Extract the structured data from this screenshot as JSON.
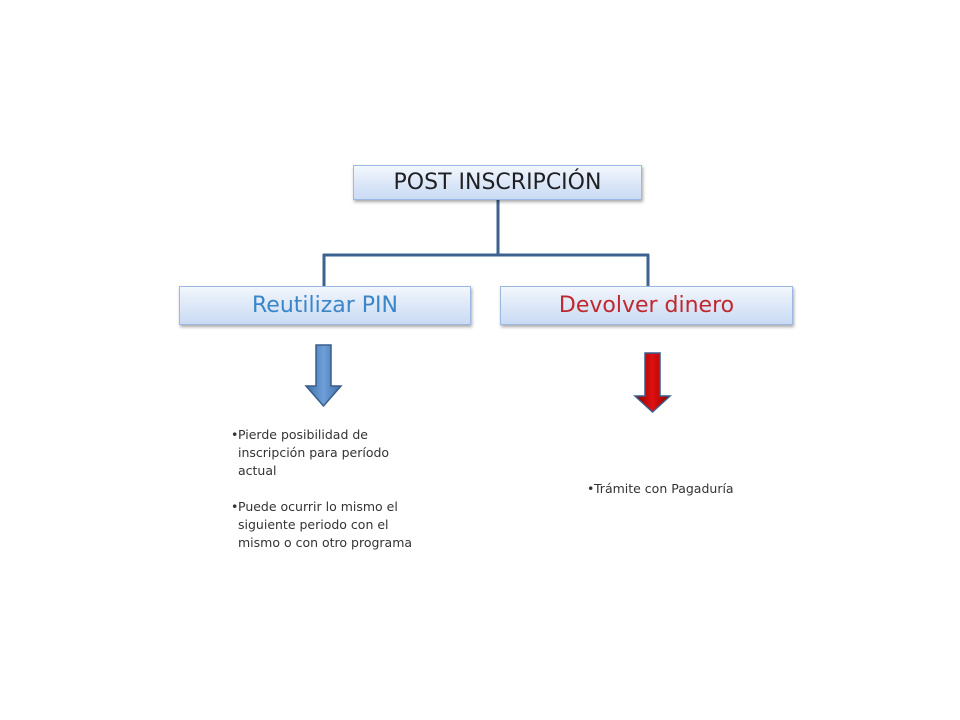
{
  "root": {
    "label": "POST  INSCRIPCIÓN"
  },
  "left": {
    "label": "Reutilizar PIN",
    "bullets": [
      "Pierde posibilidad de inscripción para período actual",
      "Puede ocurrir lo mismo el siguiente periodo con el mismo o con otro programa"
    ]
  },
  "right": {
    "label": "Devolver dinero",
    "bullets": [
      "Trámite con Pagaduría"
    ]
  },
  "colors": {
    "connector": "#3d628f",
    "left_label": "#3a86c8",
    "right_label": "#c0282d",
    "left_arrow": "#4f81bd",
    "right_arrow": "#c00000"
  },
  "icons": {
    "left_arrow": "down-arrow-icon",
    "right_arrow": "down-arrow-icon"
  }
}
